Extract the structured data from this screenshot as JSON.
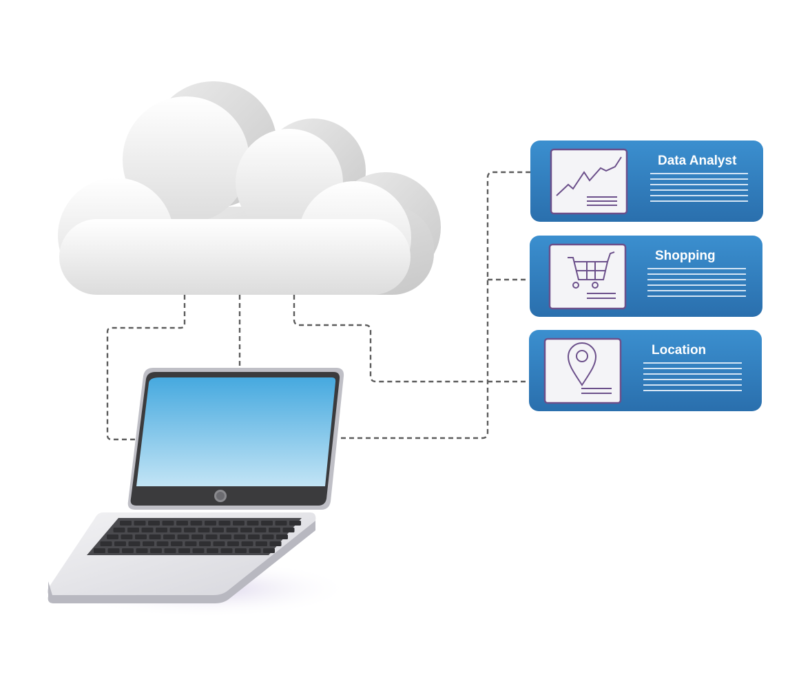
{
  "cards": [
    {
      "label": "Data Analyst",
      "icon": "line-chart-icon"
    },
    {
      "label": "Shopping",
      "icon": "shopping-cart-icon"
    },
    {
      "label": "Location",
      "icon": "map-pin-icon"
    }
  ],
  "colors": {
    "card_top": "#3b8fcf",
    "card_bottom": "#2a6fad",
    "screen_top": "#46a9df",
    "screen_bottom": "#bfe2f4",
    "icon_stroke": "#6b4f8a",
    "connector": "#5b5b5b"
  }
}
